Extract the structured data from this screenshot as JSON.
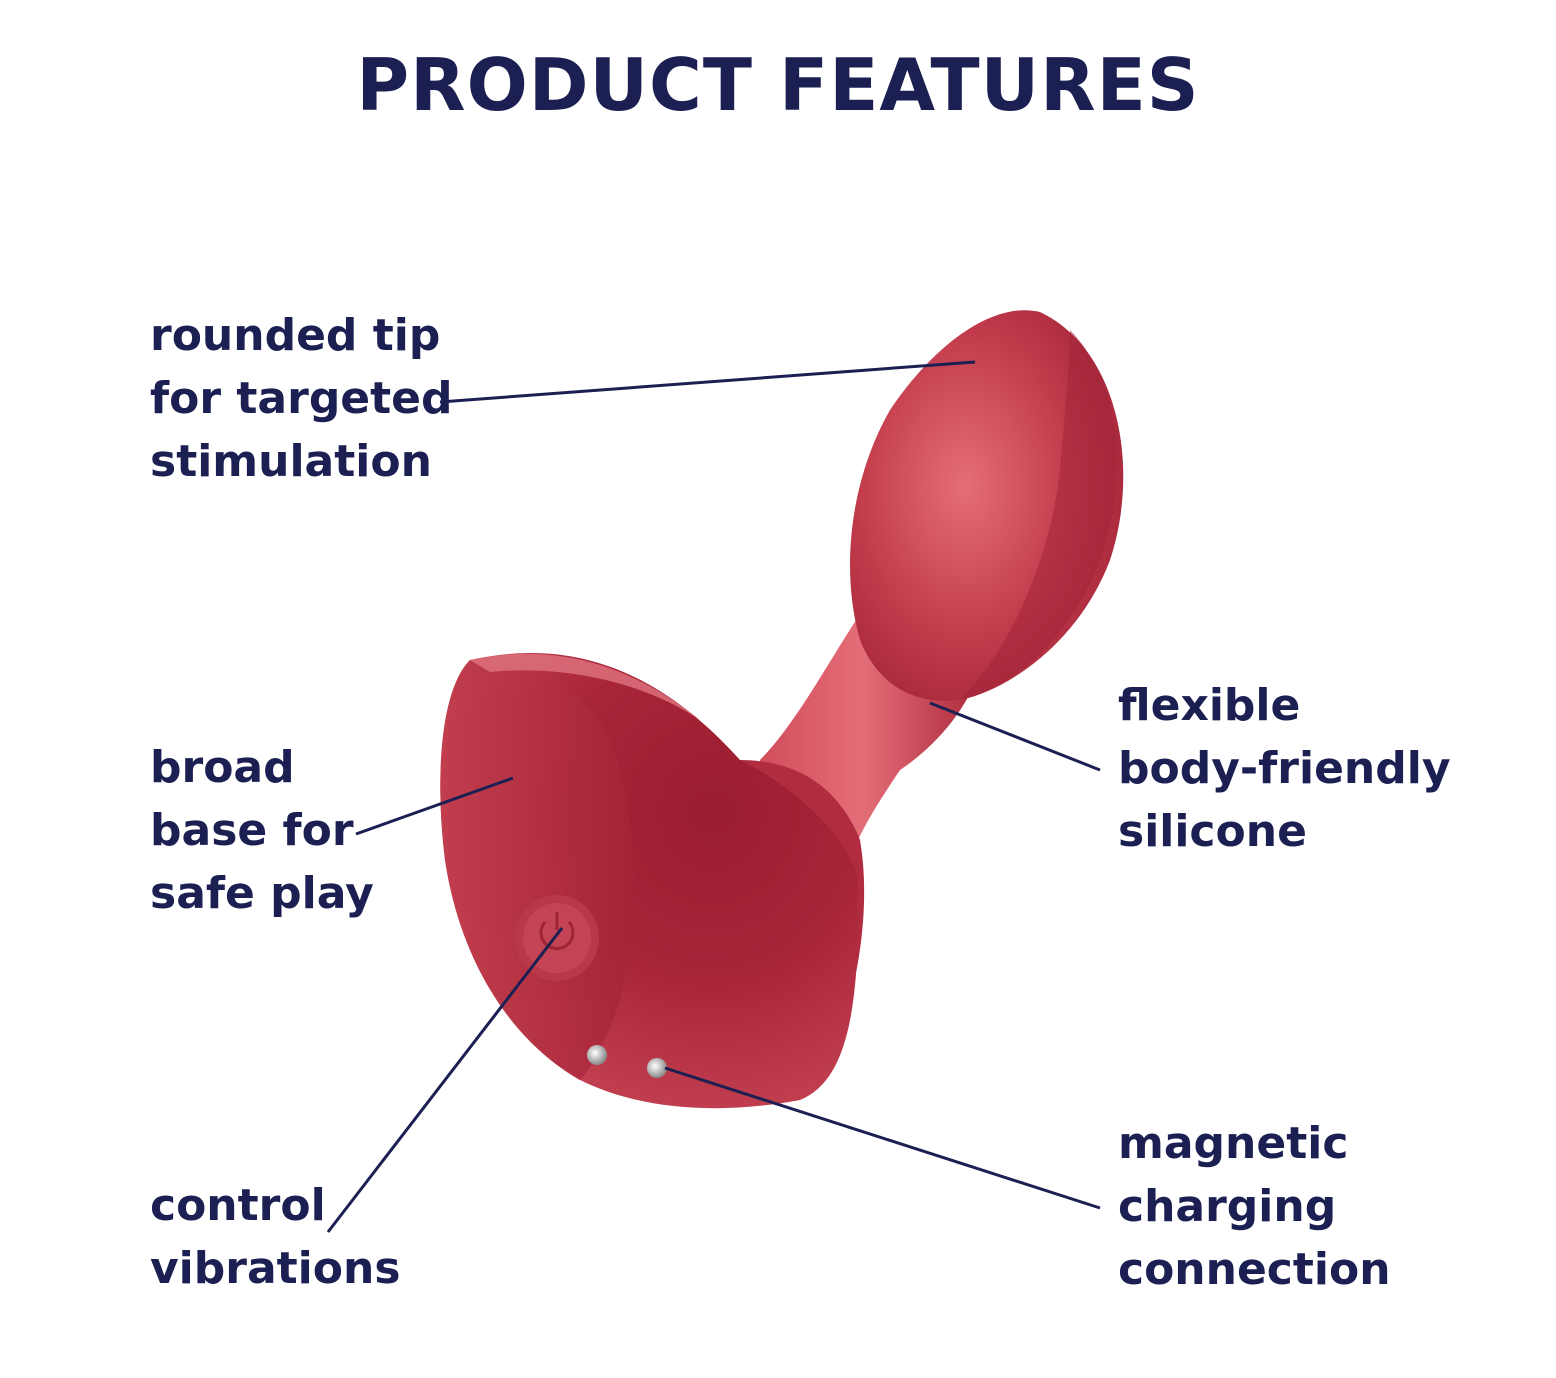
{
  "heading": "PRODUCT FEATURES",
  "features": [
    {
      "id": "tip",
      "lines": [
        "rounded tip",
        "for targeted",
        "stimulation"
      ]
    },
    {
      "id": "base",
      "lines": [
        "broad",
        "base for",
        "safe play"
      ]
    },
    {
      "id": "control",
      "lines": [
        "control",
        "vibrations"
      ]
    },
    {
      "id": "silicone",
      "lines": [
        "flexible",
        "body-friendly",
        "silicone"
      ]
    },
    {
      "id": "charging",
      "lines": [
        "magnetic",
        "charging",
        "connection"
      ]
    }
  ],
  "colors": {
    "text": "#1b1f52",
    "product": "#c23a4c",
    "product_dark": "#971d31",
    "product_light": "#e2707a",
    "background": "#ffffff"
  }
}
